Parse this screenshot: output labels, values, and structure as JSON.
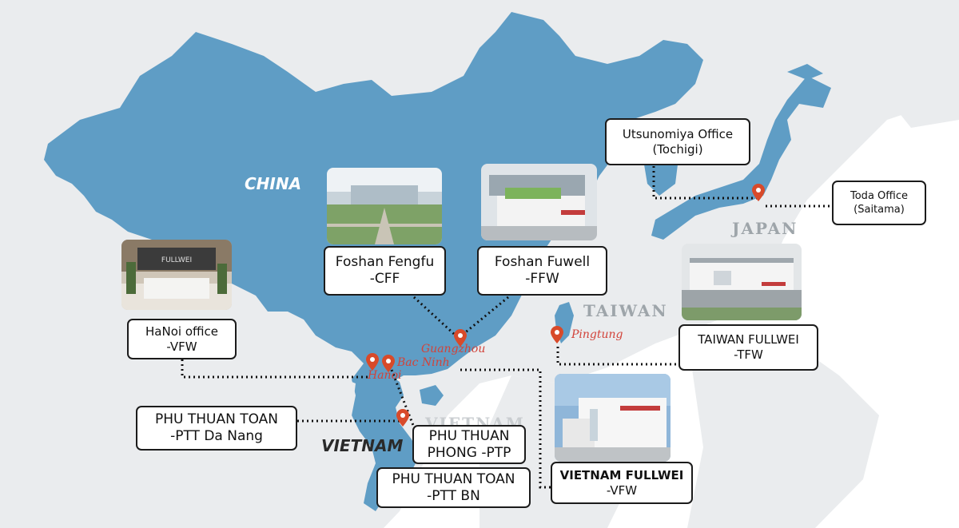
{
  "colors": {
    "land": "#5f9dc5",
    "background": "#eaecee",
    "sea": "#ffffff",
    "pin": "#d84a2a",
    "label_red": "#d2433a"
  },
  "countries": {
    "china": "CHINA",
    "japan": "JAPAN",
    "taiwan": "TAIWAN",
    "vietnam": "VIETNAM",
    "vietnam_watermark": "VIETNAM"
  },
  "cities": {
    "guangzhou": "Guangzhou",
    "bac_ninh": "Bac Ninh",
    "hanoi": "Hanoi",
    "pingtung": "Pingtung"
  },
  "offices": {
    "utsunomiya": {
      "line1": "Utsunomiya Office",
      "line2": "(Tochigi)"
    },
    "toda": {
      "line1": "Toda Office",
      "line2": "(Saitama)"
    },
    "foshan_fengfu": {
      "line1": "Foshan Fengfu",
      "line2": "-CFF"
    },
    "foshan_fuwell": {
      "line1": "Foshan Fuwell",
      "line2": "-FFW"
    },
    "hanoi_office": {
      "line1": "HaNoi office",
      "line2": "-VFW"
    },
    "taiwan_fullwei": {
      "line1": "TAIWAN FULLWEI",
      "line2": "-TFW"
    },
    "ptt_danang": {
      "line1": "PHU THUAN TOAN",
      "line2": "-PTT Da Nang"
    },
    "ptp": {
      "line1": "PHU THUAN",
      "line2": "PHONG -PTP"
    },
    "ptt_bn": {
      "line1": "PHU THUAN TOAN",
      "line2": "-PTT BN"
    },
    "vietnam_fullwei": {
      "line1": "VIETNAM FULLWEI",
      "line2": "-VFW"
    }
  },
  "photo_signs": {
    "hanoi_reception": "FULLWEI"
  }
}
